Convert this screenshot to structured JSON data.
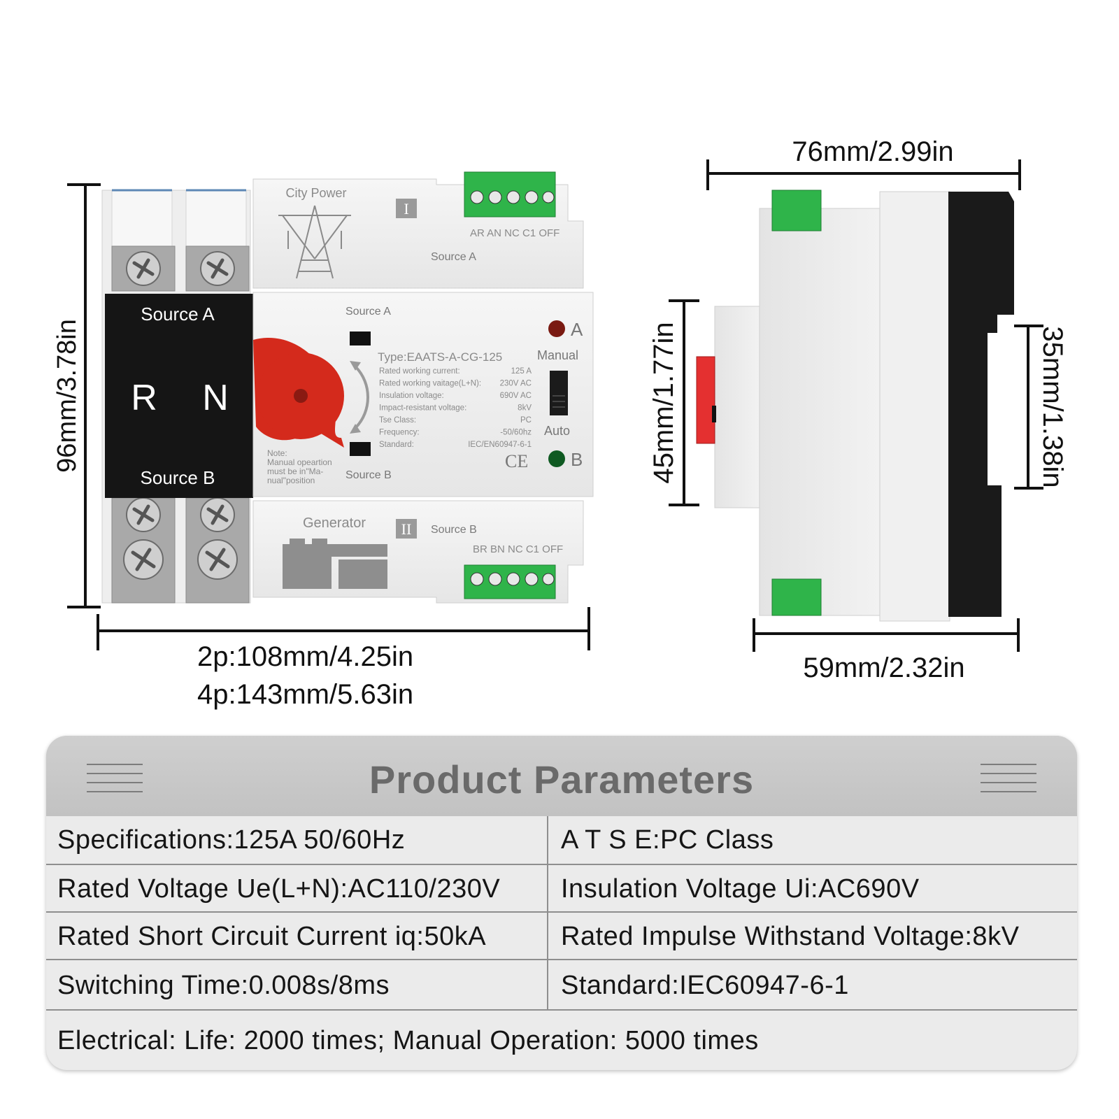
{
  "dimensions": {
    "height_label": "96mm/3.78in",
    "width_2p": "2p:108mm/4.25in",
    "width_4p": "4p:143mm/5.63in",
    "depth_label": "76mm/2.99in",
    "side_width_label": "59mm/2.32in",
    "side_height_label": "45mm/1.77in",
    "rail_label": "35mm/1.38in"
  },
  "device": {
    "black_panel": {
      "source_a": "Source A",
      "r": "R",
      "n": "N",
      "source_b": "Source B"
    },
    "top_module": {
      "city_power": "City Power",
      "roman_one": "I",
      "terminals": "AR  AN  NC  C1  OFF",
      "source_label": "Source A"
    },
    "middle_module": {
      "source_a": "Source A",
      "source_b": "Source B",
      "type": "Type:EAATS-A-CG-125",
      "specs": [
        {
          "k": "Rated working current:",
          "v": "125    A"
        },
        {
          "k": "Rated working vaitage(L+N):",
          "v": "230V AC"
        },
        {
          "k": "Insulation voltage:",
          "v": "690V AC"
        },
        {
          "k": "Impact-resistant voltage:",
          "v": "8kV"
        },
        {
          "k": "Tse Class:",
          "v": "PC"
        },
        {
          "k": "Frequency:",
          "v": "-50/60hz"
        },
        {
          "k": "Standard:",
          "v": "IEC/EN60947-6-1"
        }
      ],
      "note": [
        "Note:",
        "Manual opeartion",
        "must be in\"Ma-",
        "nual\"position"
      ],
      "ce": "CE",
      "indicator_a": "A",
      "indicator_b": "B",
      "manual": "Manual",
      "auto": "Auto"
    },
    "bottom_module": {
      "generator": "Generator",
      "roman_two": "II",
      "source_label": "Source B",
      "terminals": "BR  BN  NC  C1  OFF"
    },
    "colors": {
      "body": "#f1f1f1",
      "black_panel": "#151515",
      "handle_red": "#d42a1c",
      "terminal_green": "#2fb44a",
      "indicator_a": "#7a1a12",
      "indicator_b": "#0f5a22"
    }
  },
  "parameters": {
    "title": "Product Parameters",
    "rows": [
      {
        "left": "Specifications:125A   50/60Hz",
        "right": "A T S E:PC Class"
      },
      {
        "left": "Rated Voltage Ue(L+N):AC110/230V",
        "right": "Insulation Voltage Ui:AC690V"
      },
      {
        "left": "Rated Short Circuit Current iq:50kA",
        "right": "Rated Impulse Withstand Voltage:8kV"
      },
      {
        "left": "Switching Time:0.008s/8ms",
        "right": "Standard:IEC60947-6-1"
      }
    ],
    "footer": "Electrical: Life: 2000 times; Manual Operation: 5000 times"
  }
}
